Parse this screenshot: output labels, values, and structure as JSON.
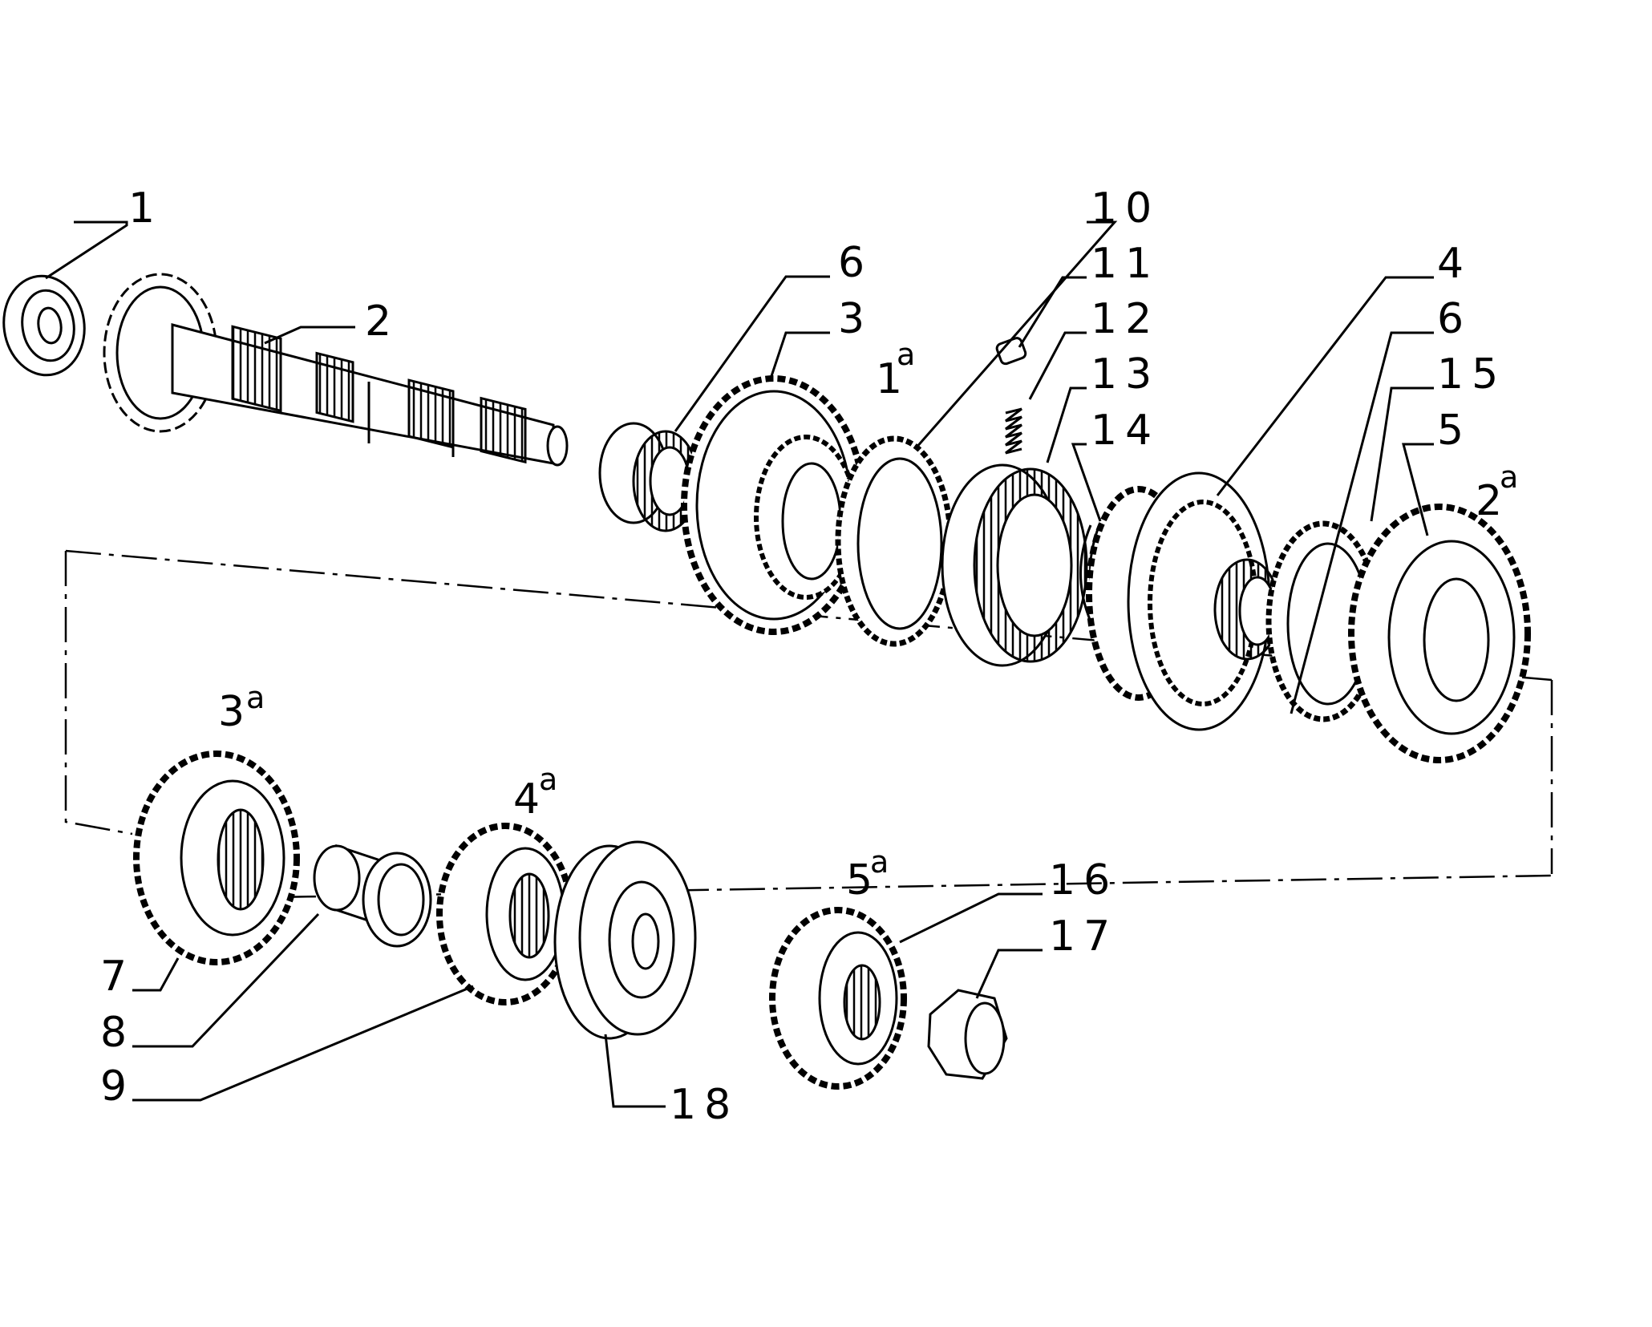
{
  "part_labels": {
    "p1": "1",
    "p2": "2",
    "p3": "3",
    "p4": "4",
    "p5": "5",
    "p6a": "6",
    "p6b": "6",
    "p7": "7",
    "p8": "8",
    "p9": "9",
    "p10": "10",
    "p11": "11",
    "p12": "12",
    "p13": "13",
    "p14": "14",
    "p15": "15",
    "p16": "16",
    "p17": "17",
    "p18": "18"
  },
  "gear_labels": {
    "g1": {
      "num": "1",
      "sup": "a"
    },
    "g2": {
      "num": "2",
      "sup": "a"
    },
    "g3": {
      "num": "3",
      "sup": "a"
    },
    "g4": {
      "num": "4",
      "sup": "a"
    },
    "g5": {
      "num": "5",
      "sup": "a"
    }
  },
  "colors": {
    "line": "#000000",
    "background": "#ffffff"
  }
}
